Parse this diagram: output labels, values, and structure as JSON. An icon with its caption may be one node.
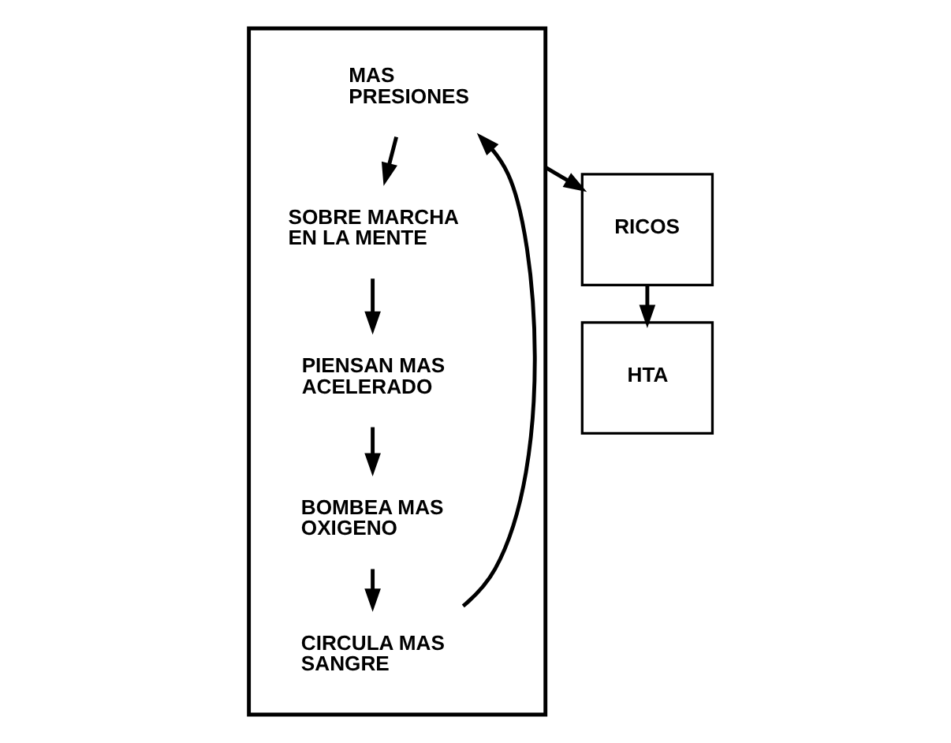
{
  "diagram": {
    "nodes": [
      {
        "text": [],
        "shape": "box"
      },
      {
        "text": [
          "MAS PRESIONES"
        ],
        "in": 0
      },
      {
        "text": [
          "SOBRE MARCHA EN LA MENTE"
        ],
        "in": 0
      },
      {
        "text": [
          "PIENSAN MAS ACELERADO"
        ],
        "in": 0
      },
      {
        "text": [
          "BOMBEA MAS OXIGENO"
        ],
        "in": 0
      },
      {
        "text": [
          "CIRCULA MAS SANGRE"
        ],
        "in": 0
      },
      {
        "text": [
          "RICOS"
        ]
      },
      {
        "text": [
          "HTA"
        ]
      }
    ],
    "edges": [
      {
        "from": 1,
        "to": 2,
        "arrow": "to"
      },
      {
        "from": 2,
        "to": 3,
        "arrow": "to"
      },
      {
        "from": 3,
        "to": 4,
        "arrow": "to"
      },
      {
        "from": 4,
        "to": 5,
        "arrow": "to"
      },
      {
        "from": 5,
        "to": 1,
        "arrow": "to"
      },
      {
        "from": 0,
        "to": 6,
        "arrow": "to"
      },
      {
        "from": 6,
        "to": 7,
        "arrow": "to"
      }
    ]
  }
}
